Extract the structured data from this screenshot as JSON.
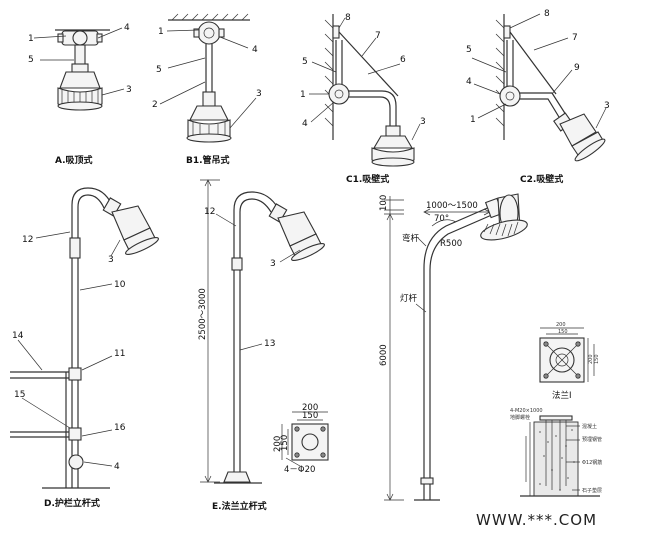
{
  "views": {
    "A": {
      "caption": "A.吸顶式",
      "labels": [
        "1",
        "5",
        "4",
        "3"
      ]
    },
    "B1": {
      "caption": "B1.管吊式",
      "labels": [
        "1",
        "4",
        "5",
        "2",
        "3"
      ]
    },
    "C1": {
      "caption": "C1.吸壁式",
      "labels": [
        "8",
        "7",
        "5",
        "6",
        "1",
        "4",
        "3"
      ]
    },
    "C2": {
      "caption": "C2.吸壁式",
      "labels": [
        "8",
        "7",
        "5",
        "9",
        "4",
        "1",
        "3"
      ]
    },
    "D": {
      "caption": "D.护栏立杆式",
      "labels": [
        "12",
        "3",
        "10",
        "14",
        "11",
        "15",
        "16",
        "4"
      ]
    },
    "E": {
      "caption": "E.法兰立杆式",
      "labels": [
        "12",
        "3",
        "13"
      ],
      "height_dim": "2500～3000",
      "flange": {
        "w1": "200",
        "w2": "150",
        "h1": "200",
        "h2": "150",
        "holes": "4－Φ20"
      }
    },
    "F": {
      "top": "100",
      "arm_len": "1000～1500",
      "angle": "70°",
      "bend_label": "弯杆",
      "radius": "R500",
      "pole_label": "灯杆",
      "height": "6000",
      "flange_caption": "法兰Ⅰ",
      "flange_dim1": "200",
      "flange_dim2": "150",
      "flange_dim3": "200",
      "flange_dim4": "150",
      "foundation_notes": [
        "4-M20×1000",
        "地脚螺栓",
        "混凝土",
        "预埋钢管",
        "Φ12钢筋",
        "石子垫层"
      ]
    }
  },
  "watermark": "WWW.***.COM"
}
